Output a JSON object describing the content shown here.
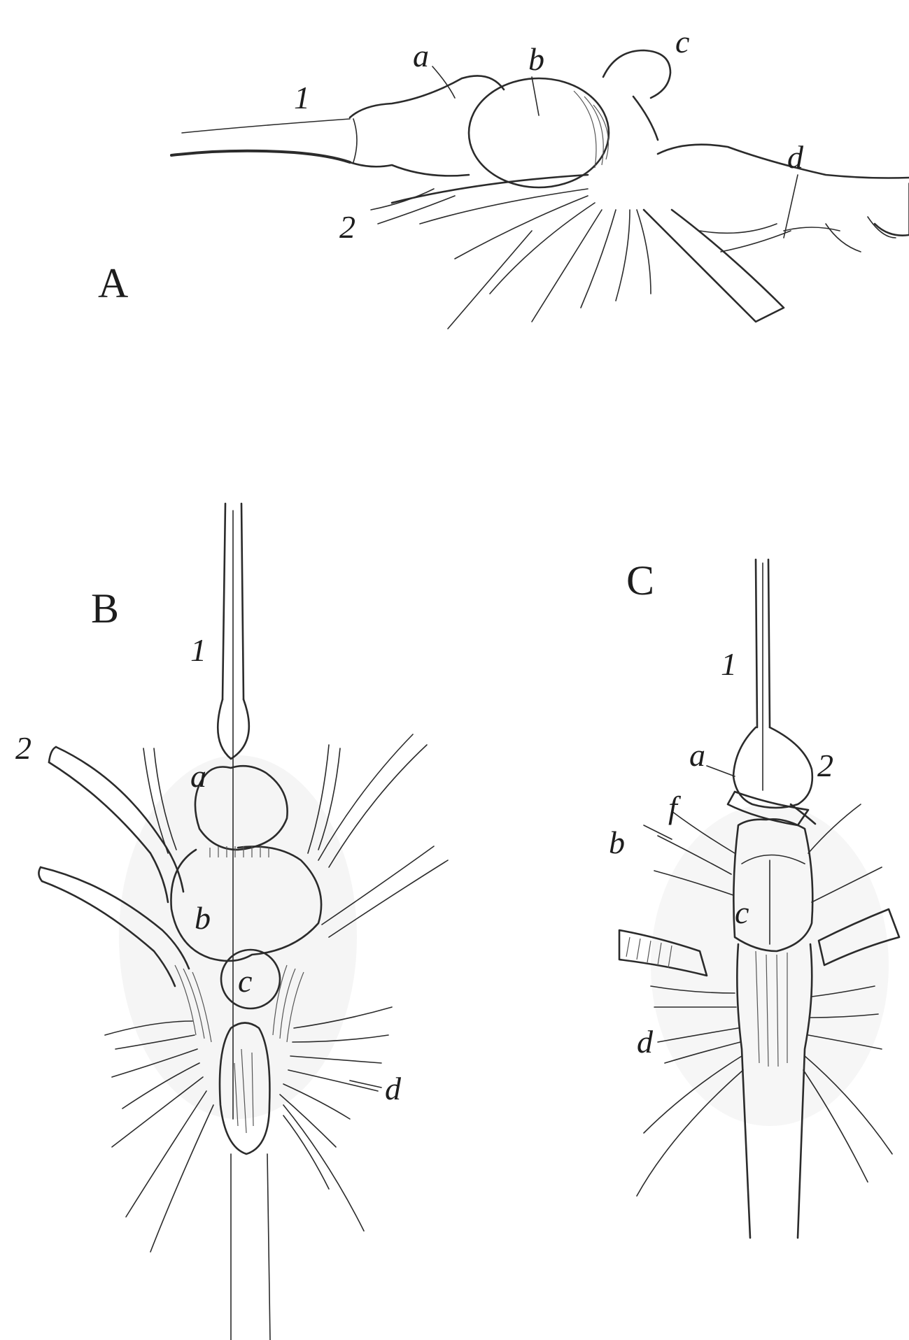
{
  "figure": {
    "panels": [
      {
        "letter": "A",
        "labels": {
          "one": "1",
          "two": "2",
          "a": "a",
          "b": "b",
          "c": "c",
          "d": "d"
        }
      },
      {
        "letter": "B",
        "labels": {
          "one": "1",
          "two": "2",
          "a": "a",
          "b": "b",
          "c": "c",
          "d": "d"
        }
      },
      {
        "letter": "C",
        "labels": {
          "one": "1",
          "two": "2",
          "a": "a",
          "b": "b",
          "c": "c",
          "d": "d",
          "f": "f"
        }
      }
    ]
  }
}
